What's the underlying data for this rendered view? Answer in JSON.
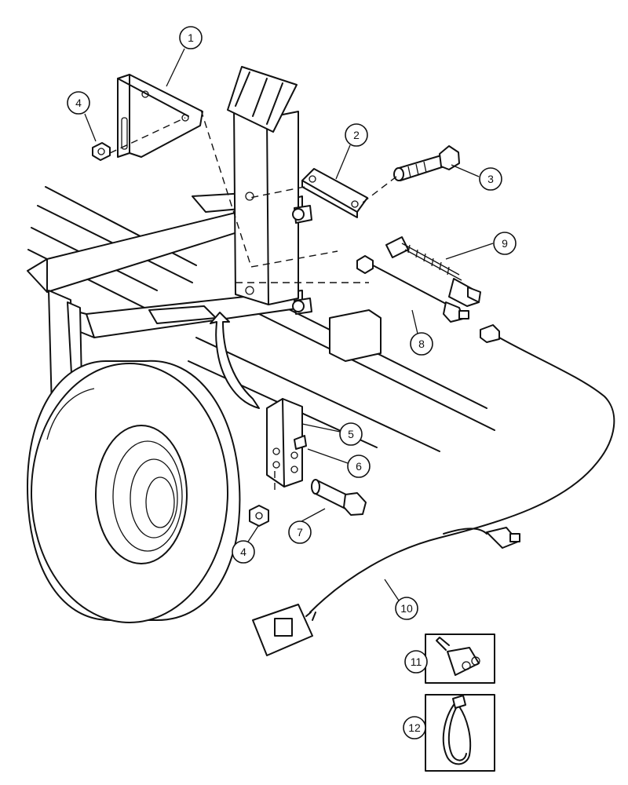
{
  "diagram": {
    "callouts": [
      {
        "id": "c1",
        "label": "1"
      },
      {
        "id": "c2",
        "label": "2"
      },
      {
        "id": "c3",
        "label": "3"
      },
      {
        "id": "c4a",
        "label": "4"
      },
      {
        "id": "c4b",
        "label": "4"
      },
      {
        "id": "c5",
        "label": "5"
      },
      {
        "id": "c6",
        "label": "6"
      },
      {
        "id": "c7",
        "label": "7"
      },
      {
        "id": "c8",
        "label": "8"
      },
      {
        "id": "c9",
        "label": "9"
      },
      {
        "id": "c10",
        "label": "10"
      },
      {
        "id": "c11",
        "label": "11"
      },
      {
        "id": "c12",
        "label": "12"
      }
    ]
  }
}
